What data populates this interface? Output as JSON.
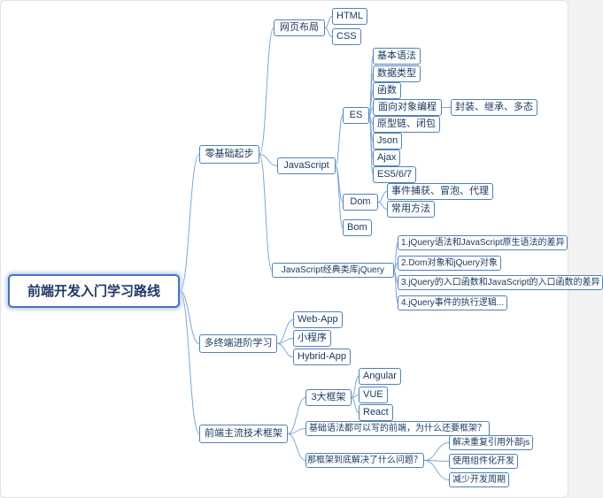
{
  "title": "前端开发入门学习路线",
  "colors": {
    "node_border": "#4f81bd",
    "node_text": "#17375e",
    "connector": "#7da7d8",
    "root_border": "#4472c4",
    "root_glow": "#b9cbe8",
    "background": "#ffffff"
  },
  "nodes": {
    "root": "前端开发入门学习路线",
    "zero": "零基础起步",
    "web_layout": "网页布局",
    "html": "HTML",
    "css": "CSS",
    "javascript": "JavaScript",
    "es": "ES",
    "es_basic": "基本语法",
    "es_types": "数据类型",
    "es_func": "函数",
    "es_oop": "面向对象编程",
    "oop_detail": "封装、继承、多态",
    "es_proto": "原型链、闭包",
    "es_json": "Json",
    "es_ajax": "Ajax",
    "es_ver": "ES5/6/7",
    "dom": "Dom",
    "dom_events": "事件捕获、冒泡、代理",
    "dom_methods": "常用方法",
    "bom": "Bom",
    "jquery": "JavaScript经典类库jQuery",
    "jq1": "1.jQuery语法和JavaScript原生语法的差异",
    "jq2": "2.Dom对象和jQuery对象",
    "jq3": "3.jQuery的入口函数和JavaScript的入口函数的差异",
    "jq4": "4.jQuery事件的执行逻辑...",
    "multi": "多终端进阶学习",
    "webapp": "Web-App",
    "miniprogram": "小程序",
    "hybrid": "Hybrid-App",
    "framework": "前端主流技术框架",
    "three_frameworks": "3大框架",
    "angular": "Angular",
    "vue": "VUE",
    "react": "React",
    "q_why": "基础语法都可以写的前端，为什么还要框架？",
    "q_what": "那框架到底解决了什么问题？",
    "a_js": "解决重复引用外部js",
    "a_component": "使用组件化开发",
    "a_cycle": "减少开发周期"
  }
}
